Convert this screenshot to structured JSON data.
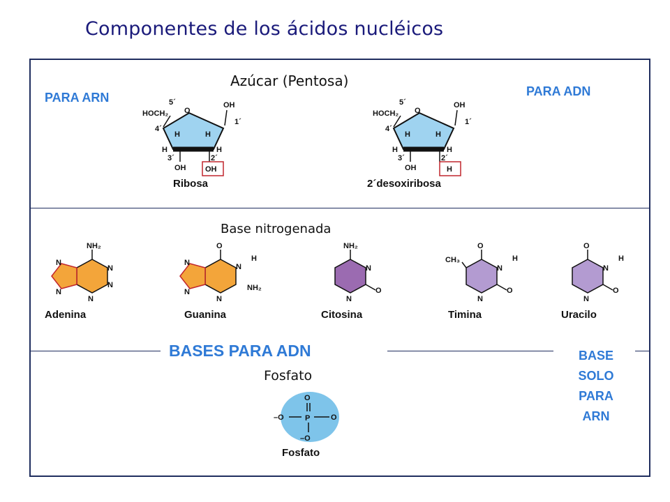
{
  "title": "Componentes de los ácidos nucléicos",
  "sugar": {
    "heading": "Azúcar (Pentosa)",
    "left_label": "PARA ARN",
    "right_label": "PARA ADN",
    "ribose": {
      "name": "Ribosa",
      "c5_group": "HOCH₂",
      "c5": "5´",
      "c4": "4´",
      "c3": "3´",
      "c2": "2´",
      "c1": "1´",
      "o": "O",
      "oh": "OH",
      "h": "H",
      "c2_substituent": "OH"
    },
    "deoxyribose": {
      "name": "2´desoxiribosa",
      "c5_group": "HOCH₂",
      "c5": "5´",
      "c4": "4´",
      "c3": "3´",
      "c2": "2´",
      "c1": "1´",
      "o": "O",
      "oh": "OH",
      "h": "H",
      "c2_substituent": "H"
    }
  },
  "bases": {
    "heading": "Base nitrogenada",
    "items": [
      {
        "name": "Adenina",
        "color": "#f3a53a"
      },
      {
        "name": "Guanina",
        "color": "#f3a53a"
      },
      {
        "name": "Citosina",
        "color": "#9b6bb1"
      },
      {
        "name": "Timina",
        "color": "#b39bd1"
      },
      {
        "name": "Uracilo",
        "color": "#b39bd1"
      }
    ],
    "atoms": {
      "nh2": "NH₂",
      "n": "N",
      "o": "O",
      "h": "H",
      "ch3": "CH₃"
    },
    "dna_label": "BASES PARA ADN",
    "rna_only_label": [
      "BASE",
      "SOLO",
      "PARA",
      "ARN"
    ]
  },
  "phosphate": {
    "heading": "Fosfato",
    "name": "Fosfato",
    "atoms": {
      "p": "P",
      "o": "O",
      "o_minus": "–O",
      "o_minus_right": "O"
    }
  },
  "colors": {
    "title": "#1a1a7a",
    "label_blue": "#2f7ad6",
    "frame": "#1f2d5e",
    "sugar_ring": "#9fd3f0",
    "highlight_box": "#c0262d",
    "phosphate_bg": "#7ec4ea"
  }
}
